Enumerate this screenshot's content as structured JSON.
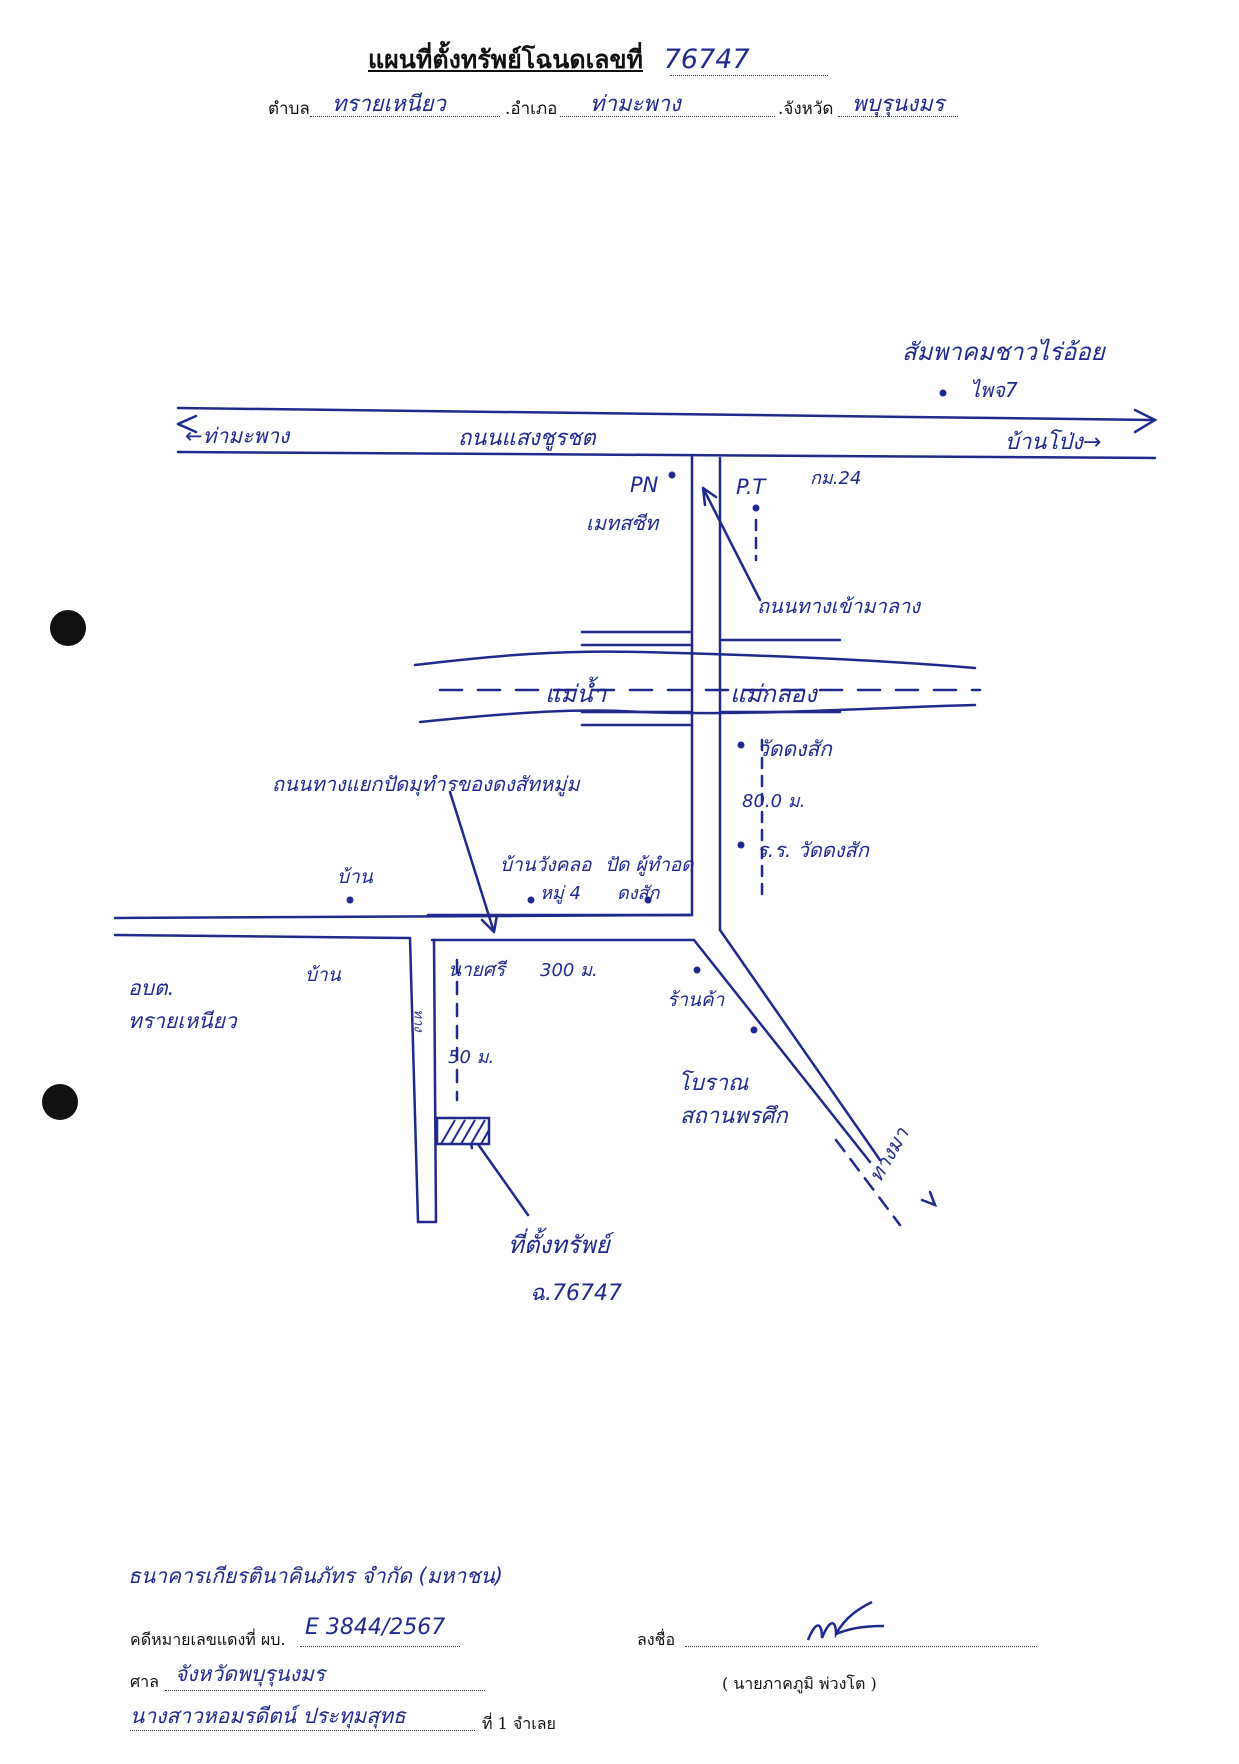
{
  "header": {
    "title_prefix": "แผนที่ตั้งทรัพย์โฉนดเลขที่",
    "title_deed_no": "76747",
    "tambon_label": "ตำบล",
    "tambon_value": "ทรายเหนียว",
    "amphoe_label": ".อำเภอ",
    "amphoe_value": "ท่ามะพาง",
    "province_label": ".จังหวัด",
    "province_value": "พบุรุนงมร"
  },
  "map_labels": {
    "top_right_place": "สัมพาคมชาวไร่อ้อย",
    "top_right_sub": "ไพจ7",
    "road_main": "ถนนแสงชูรชต",
    "to_west": "←ท่ามะพาง",
    "to_east": "บ้านโป่ง→",
    "km": "กม.24",
    "pn": "PN",
    "pt": "P.T",
    "pn_sub": "เมทสซีท",
    "road_side": "ถนนทางเข้ามาลาง",
    "river_left": "แม่น้ำ",
    "river_right": "แม่กลอง",
    "temple": "วัดดงสัก",
    "dist_80": "80.0 ม.",
    "school": "ร.ร. วัดดงสัก",
    "branch_road": "ถนนทางแยกปัดมุทำรของดงสัทหมู่ม",
    "house_1": "บ้าน",
    "village": "บ้านวังคลอ",
    "village_moo": "หมู่ 4",
    "village_head": "ปัด ผู้ทำอด",
    "village_head_sub": "ดงสัก",
    "house_2": "บ้าน",
    "admin_1": "อบต.",
    "admin_2": "ทรายเหนียว",
    "nai_sri": "นายศรี",
    "dist_300": "300 ม.",
    "shop": "ร้านค้า",
    "dist_50": "50 ม.",
    "lane_mark": "ทาง",
    "landmark_1": "โบราณ",
    "landmark_2": "สถานพรศึก",
    "to_south": "ทางมา",
    "property_label": "ที่ตั้งทรัพย์",
    "property_deed": "ฉ.76747"
  },
  "footer": {
    "bank_name": "ธนาคารเกียรตินาคินภัทร จำกัด (มหาชน)",
    "case_label": "คดีหมายเลขแดงที่ ผบ.",
    "case_value": "E 3844/2567",
    "court_label": "ศาล",
    "court_value": "จังหวัดพบุรุนงมร",
    "defendant_value": "นางสาวหอมรดีตน์ ประทุมสุทธ",
    "defendant_suffix": "ที่ 1 จำเลย",
    "sign_label": "ลงชื่อ",
    "signer_name": "( นายภาคภูมิ พ่วงโต )"
  },
  "colors": {
    "ink_blue": "#1f2a8c",
    "ink_black": "#111111",
    "paper": "#fdfdfd"
  }
}
